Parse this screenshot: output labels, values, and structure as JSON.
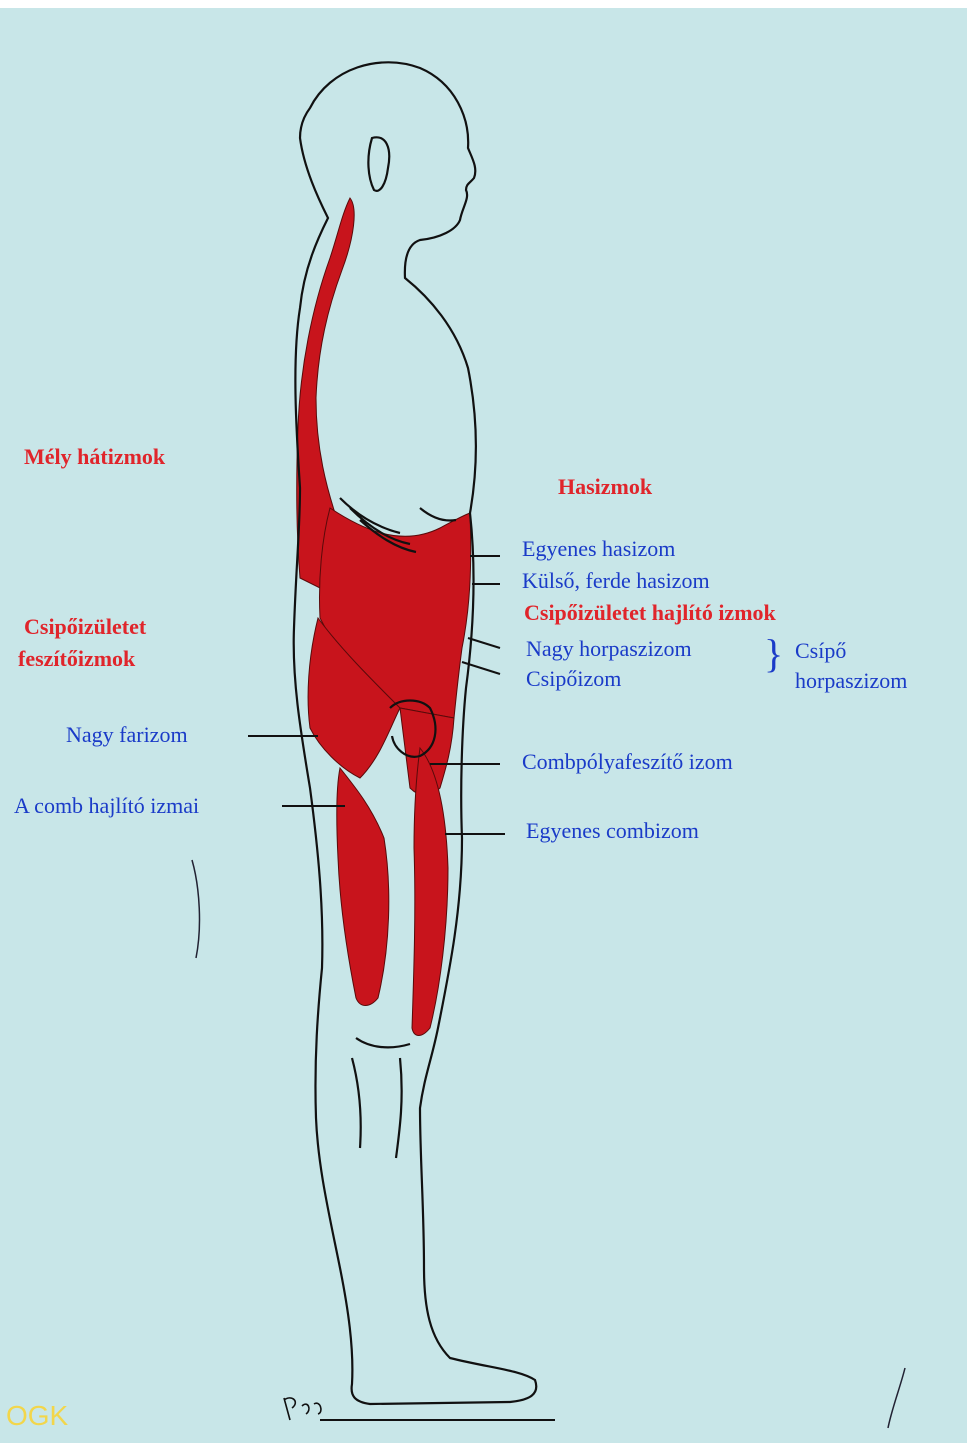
{
  "labels": {
    "mely_hatizmok": "Mély hátizmok",
    "hasizmok": "Hasizmok",
    "egyenes_hasizom": "Egyenes hasizom",
    "kulso_ferde_hasizom": "Külső, ferde hasizom",
    "csipoizuletet_hajlito": "Csipőizületet hajlító izmok",
    "csipoizuletet_feszito_1": "Csipőizületet",
    "csipoizuletet_feszito_2": "feszítőizmok",
    "nagy_harpaszizom": "Nagy horpaszizom",
    "csipoizom": "Csipőizom",
    "csipo": "Csípő",
    "horpaszizom": "horpaszizom",
    "nagy_farizom": "Nagy farizom",
    "combpolyafeszito": "Combpólyafeszítő izom",
    "comb_hajlito": "A comb hajlító izmai",
    "egyenes_combizom": "Egyenes combizom"
  },
  "watermark": "OGK",
  "colors": {
    "background": "#c8e6e8",
    "muscle": "#c8141c",
    "label_red": "#e0252b",
    "label_blue": "#1a3bc8",
    "outline": "#111111"
  }
}
